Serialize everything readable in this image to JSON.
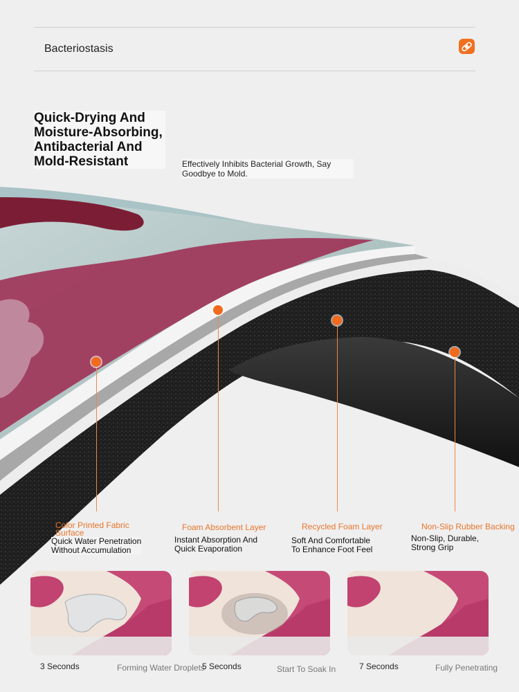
{
  "header": {
    "title": "Bacteriostasis",
    "icon": "bandage-icon",
    "accent": "#f07020"
  },
  "hero": {
    "headline": "Quick-Drying And\nMoisture-Absorbing,\nAntibacterial And\nMold-Resistant",
    "subtitle": "Effectively Inhibits Bacterial Growth, Say\nGoodbye to Mold."
  },
  "layers": [
    {
      "label": "Color Printed Fabric\nSurface",
      "desc": "Quick Water Penetration\nWithout Accumulation"
    },
    {
      "label": "Foam Absorbent Layer",
      "desc": "Instant Absorption And\nQuick Evaporation"
    },
    {
      "label": "Recycled Foam Layer",
      "desc": "Soft And Comfortable\nTo Enhance Foot Feel"
    },
    {
      "label": "Non-Slip Rubber Backing",
      "desc": "Non-Slip, Durable,\nStrong Grip"
    }
  ],
  "steps": [
    {
      "time": "3 Seconds",
      "caption": "Forming Water Droplets"
    },
    {
      "time": "5 Seconds",
      "caption": "Start To Soak In"
    },
    {
      "time": "7 Seconds",
      "caption": "Fully Penetrating"
    }
  ]
}
